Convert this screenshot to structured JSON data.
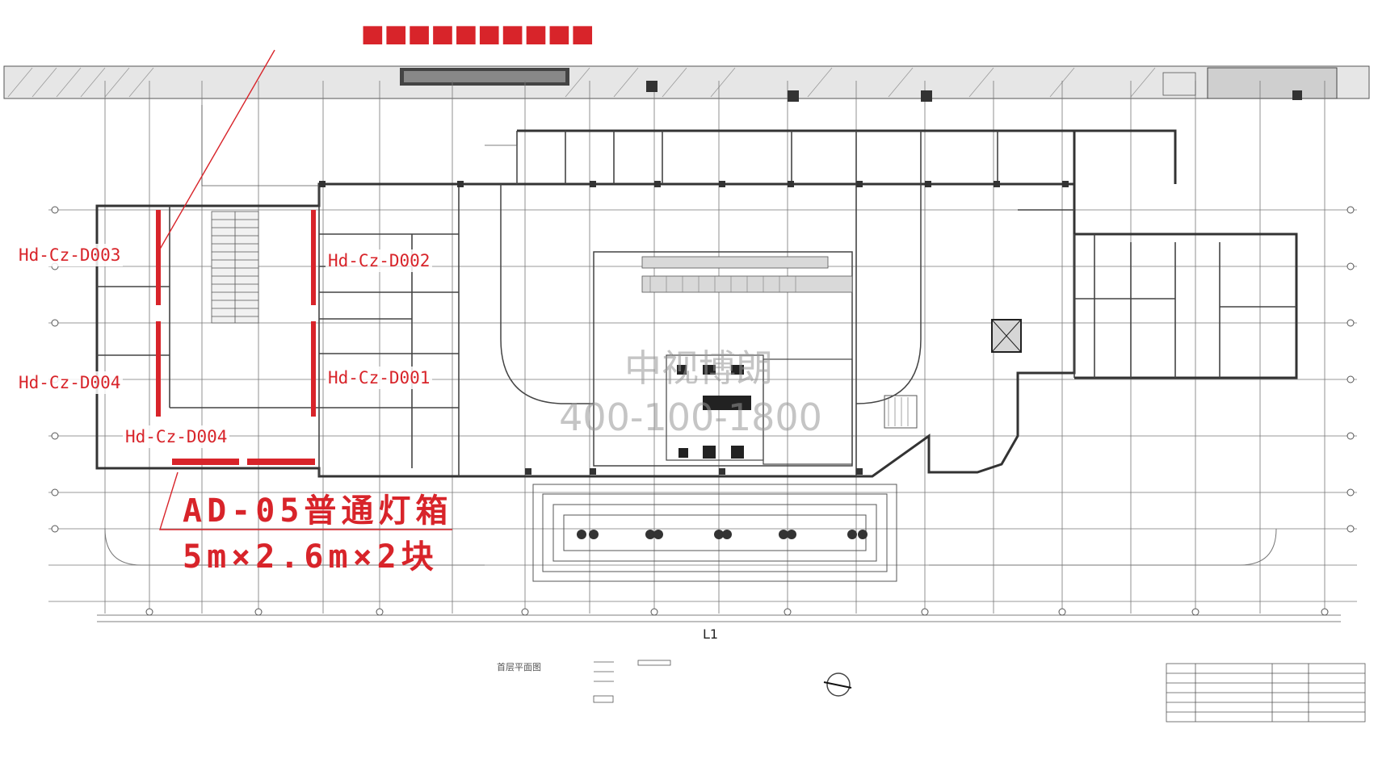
{
  "drawing": {
    "floor_caption": "首层平面图",
    "axis_label": "L1"
  },
  "labels": {
    "d003": "Hd-Cz-D003",
    "d002": "Hd-Cz-D002",
    "d004_left": "Hd-Cz-D004",
    "d001": "Hd-Cz-D001",
    "d004_bottom": "Hd-Cz-D004"
  },
  "callout": {
    "line1": "AD-05普通灯箱",
    "line2": "5m×2.6m×2块"
  },
  "watermark": {
    "text": "中视博朗",
    "phone": "400-100-1800"
  },
  "colors": {
    "annotation": "#d8242a",
    "drawing_line": "#3a3a3a",
    "drawing_fill": "#e4e4e4",
    "watermark": "#9a9a9a"
  }
}
